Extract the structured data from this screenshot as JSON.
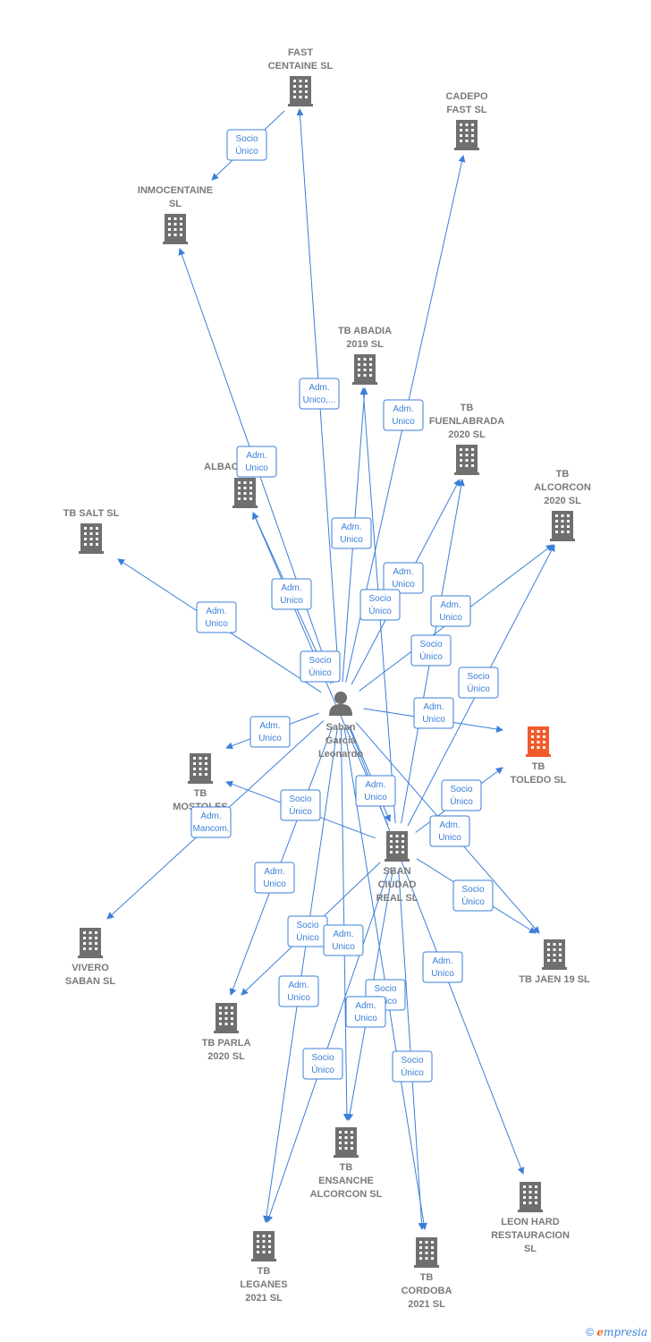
{
  "colors": {
    "edge": "#3b7fd9",
    "company": "#6f6f6f",
    "highlight": "#f15a2b",
    "person": "#6f6f6f",
    "label": "#7a7a7a"
  },
  "nodes": [
    {
      "id": "fast-centaine",
      "type": "company",
      "lines": [
        "FAST",
        "CENTAINE SL"
      ]
    },
    {
      "id": "cadepo-fast",
      "type": "company",
      "lines": [
        "CADEPO",
        "FAST SL"
      ]
    },
    {
      "id": "inmocentaine",
      "type": "company",
      "lines": [
        "INMOCENTAINE",
        "SL"
      ]
    },
    {
      "id": "tb-abadia",
      "type": "company",
      "lines": [
        "TB ABADIA",
        "2019 SL"
      ]
    },
    {
      "id": "tb-fuenlabrada",
      "type": "company",
      "lines": [
        "TB",
        "FUENLABRADA",
        "2020 SL"
      ]
    },
    {
      "id": "albacete",
      "type": "company",
      "lines": [
        "ALBAC..."
      ]
    },
    {
      "id": "tb-alcorcon",
      "type": "company",
      "lines": [
        "TB",
        "ALCORCON",
        "2020 SL"
      ]
    },
    {
      "id": "tb-salt",
      "type": "company",
      "lines": [
        "TB SALT SL"
      ]
    },
    {
      "id": "saban-garcia",
      "type": "person",
      "lines": [
        "Saban",
        "Garcia",
        "Leonardo"
      ]
    },
    {
      "id": "tb-toledo",
      "type": "highlight",
      "lines": [
        "TB",
        "TOLEDO SL"
      ]
    },
    {
      "id": "tb-mostoles",
      "type": "company",
      "lines": [
        "TB",
        "MOSTOLES",
        "20..."
      ]
    },
    {
      "id": "sban-ciudad-real",
      "type": "company",
      "lines": [
        "SBAN",
        "CIUDAD",
        "REAL SL"
      ]
    },
    {
      "id": "vivero-saban",
      "type": "company",
      "lines": [
        "VIVERO",
        "SABAN SL"
      ]
    },
    {
      "id": "tb-jaen",
      "type": "company",
      "lines": [
        "TB JAEN 19 SL"
      ]
    },
    {
      "id": "tb-parla",
      "type": "company",
      "lines": [
        "TB PARLA",
        "2020 SL"
      ]
    },
    {
      "id": "tb-ensanche",
      "type": "company",
      "lines": [
        "TB",
        "ENSANCHE",
        "ALCORCON SL"
      ]
    },
    {
      "id": "leon-hard",
      "type": "company",
      "lines": [
        "LEON HARD",
        "RESTAURACION",
        "SL"
      ]
    },
    {
      "id": "tb-leganes",
      "type": "company",
      "lines": [
        "TB",
        "LEGANES",
        "2021 SL"
      ]
    },
    {
      "id": "tb-cordoba",
      "type": "company",
      "lines": [
        "TB",
        "CORDOBA",
        "2021 SL"
      ]
    }
  ],
  "edges": [
    {
      "from": "fast-centaine",
      "to": "inmocentaine",
      "label": [
        "Socio",
        "Único"
      ]
    },
    {
      "from": "saban-garcia",
      "to": "fast-centaine",
      "label": [
        "Adm.",
        "Unico,..."
      ]
    },
    {
      "from": "saban-garcia",
      "to": "cadepo-fast",
      "label": [
        "Adm.",
        "Unico"
      ]
    },
    {
      "from": "saban-garcia",
      "to": "inmocentaine",
      "label": [
        "Adm.",
        "Unico"
      ]
    },
    {
      "from": "saban-garcia",
      "to": "tb-abadia",
      "label": [
        "Adm.",
        "Unico"
      ]
    },
    {
      "from": "saban-garcia",
      "to": "tb-fuenlabrada",
      "label": [
        "Adm.",
        "Unico"
      ]
    },
    {
      "from": "saban-garcia",
      "to": "albacete",
      "label": [
        "Adm.",
        "Unico"
      ]
    },
    {
      "from": "saban-garcia",
      "to": "tb-alcorcon",
      "label": [
        "Adm.",
        "Unico"
      ]
    },
    {
      "from": "saban-garcia",
      "to": "tb-salt",
      "label": [
        "Adm.",
        "Unico"
      ]
    },
    {
      "from": "sban-ciudad-real",
      "to": "tb-abadia",
      "label": [
        "Socio",
        "Único"
      ]
    },
    {
      "from": "sban-ciudad-real",
      "to": "tb-fuenlabrada",
      "label": [
        "Socio",
        "Único"
      ]
    },
    {
      "from": "sban-ciudad-real",
      "to": "albacete",
      "label": [
        "Socio",
        "Único"
      ]
    },
    {
      "from": "sban-ciudad-real",
      "to": "tb-alcorcon",
      "label": [
        "Socio",
        "Único"
      ]
    },
    {
      "from": "saban-garcia",
      "to": "tb-toledo",
      "label": [
        "Adm.",
        "Unico"
      ]
    },
    {
      "from": "sban-ciudad-real",
      "to": "tb-toledo",
      "label": [
        "Socio",
        "Único"
      ]
    },
    {
      "from": "saban-garcia",
      "to": "tb-mostoles",
      "label": [
        "Adm.",
        "Unico"
      ]
    },
    {
      "from": "sban-ciudad-real",
      "to": "tb-mostoles",
      "label": [
        "Socio",
        "Único"
      ]
    },
    {
      "from": "saban-garcia",
      "to": "vivero-saban",
      "label": [
        "Adm.",
        "Mancom."
      ]
    },
    {
      "from": "saban-garcia",
      "to": "sban-ciudad-real",
      "label": [
        "Adm.",
        "Unico"
      ]
    },
    {
      "from": "saban-garcia",
      "to": "tb-jaen",
      "label": [
        "Adm.",
        "Unico"
      ]
    },
    {
      "from": "sban-ciudad-real",
      "to": "tb-jaen",
      "label": [
        "Socio",
        "Único"
      ]
    },
    {
      "from": "saban-garcia",
      "to": "tb-parla",
      "label": [
        "Adm.",
        "Unico"
      ]
    },
    {
      "from": "sban-ciudad-real",
      "to": "tb-parla",
      "label": [
        "Socio",
        "Único"
      ]
    },
    {
      "from": "saban-garcia",
      "to": "tb-ensanche",
      "label": [
        "Adm.",
        "Unico"
      ]
    },
    {
      "from": "sban-ciudad-real",
      "to": "tb-ensanche",
      "label": [
        "Socio",
        "Único"
      ]
    },
    {
      "from": "saban-garcia",
      "to": "leon-hard",
      "label": [
        "Adm.",
        "Unico"
      ]
    },
    {
      "from": "saban-garcia",
      "to": "tb-leganes",
      "label": [
        "Adm.",
        "Unico"
      ]
    },
    {
      "from": "sban-ciudad-real",
      "to": "tb-leganes",
      "label": [
        "Socio",
        "Único"
      ]
    },
    {
      "from": "saban-garcia",
      "to": "tb-cordoba",
      "label": [
        "Adm.",
        "Unico"
      ]
    },
    {
      "from": "sban-ciudad-real",
      "to": "tb-cordoba",
      "label": [
        "Socio",
        "Único"
      ]
    }
  ],
  "footer": {
    "copyright": "©",
    "brand_first": "e",
    "brand_rest": "mpresia"
  }
}
